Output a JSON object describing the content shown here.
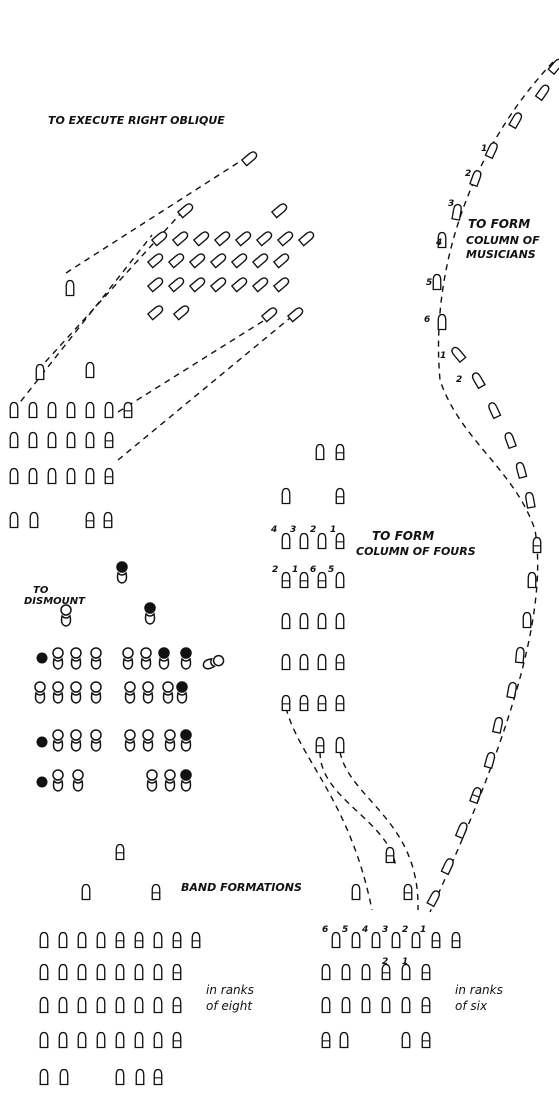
{
  "labels": {
    "right_oblique": "TO EXECUTE RIGHT OBLIQUE",
    "column_musicians_1": "TO FORM",
    "column_musicians_2": "COLUMN OF",
    "column_musicians_3": "MUSICIANS",
    "dismount_1": "TO",
    "dismount_2": "DISMOUNT",
    "column_fours_1": "TO FORM",
    "column_fours_2": "COLUMN OF FOURS",
    "band_formations": "BAND FORMATIONS",
    "ranks_eight_1": "in ranks",
    "ranks_eight_2": "of eight",
    "ranks_six_1": "in ranks",
    "ranks_six_2": "of six"
  },
  "numbers": {
    "musicians": [
      "1",
      "2",
      "3",
      "4",
      "5",
      "6",
      "1",
      "2"
    ],
    "fours_row1": [
      "4",
      "3",
      "2",
      "1"
    ],
    "fours_row2": [
      "2",
      "1",
      "6",
      "5"
    ],
    "six_row1": [
      "6",
      "5",
      "4",
      "3",
      "2",
      "1"
    ],
    "six_row2": [
      "2",
      "1"
    ]
  }
}
